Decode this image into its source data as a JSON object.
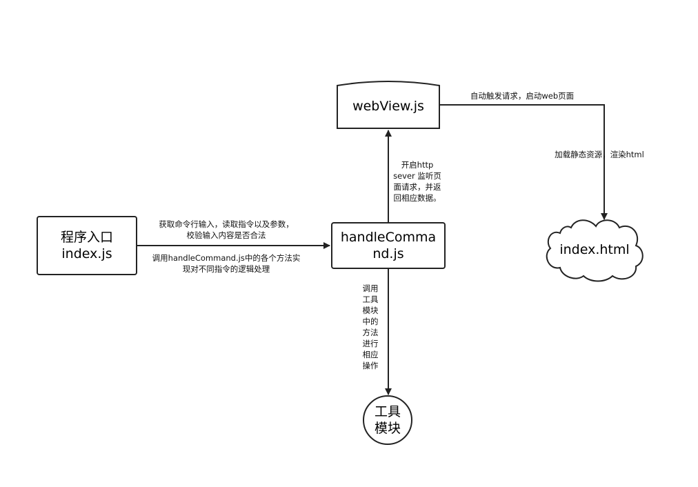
{
  "nodes": {
    "entry": {
      "line1": "程序入口",
      "line2": "index.js"
    },
    "handle": {
      "line1": "handleComma",
      "line2": "nd.js"
    },
    "webview": {
      "label": "webView.js"
    },
    "html": {
      "label": "index.html"
    },
    "tools": {
      "line1": "工具",
      "line2": "模块"
    }
  },
  "edges": {
    "entry_to_handle": {
      "above_line1": "获取命令行输入，读取指令以及参数，",
      "above_line2": "校验输入内容是否合法",
      "below_line1": "调用handleCommand.js中的各个方法实",
      "below_line2": "现对不同指令的逻辑处理"
    },
    "handle_to_webview": {
      "line1": "开启http",
      "line2": "sever 监听页",
      "line3": "面请求，并返",
      "line4": "回相应数据。"
    },
    "webview_to_html": {
      "top_label": "自动触发请求，启动web页面",
      "side_label": "加载静态资源，渲染html"
    },
    "handle_to_tools": {
      "chars": [
        "调用",
        "工具",
        "模块",
        "中的",
        "方法",
        "进行",
        "相应",
        "操作"
      ]
    }
  }
}
